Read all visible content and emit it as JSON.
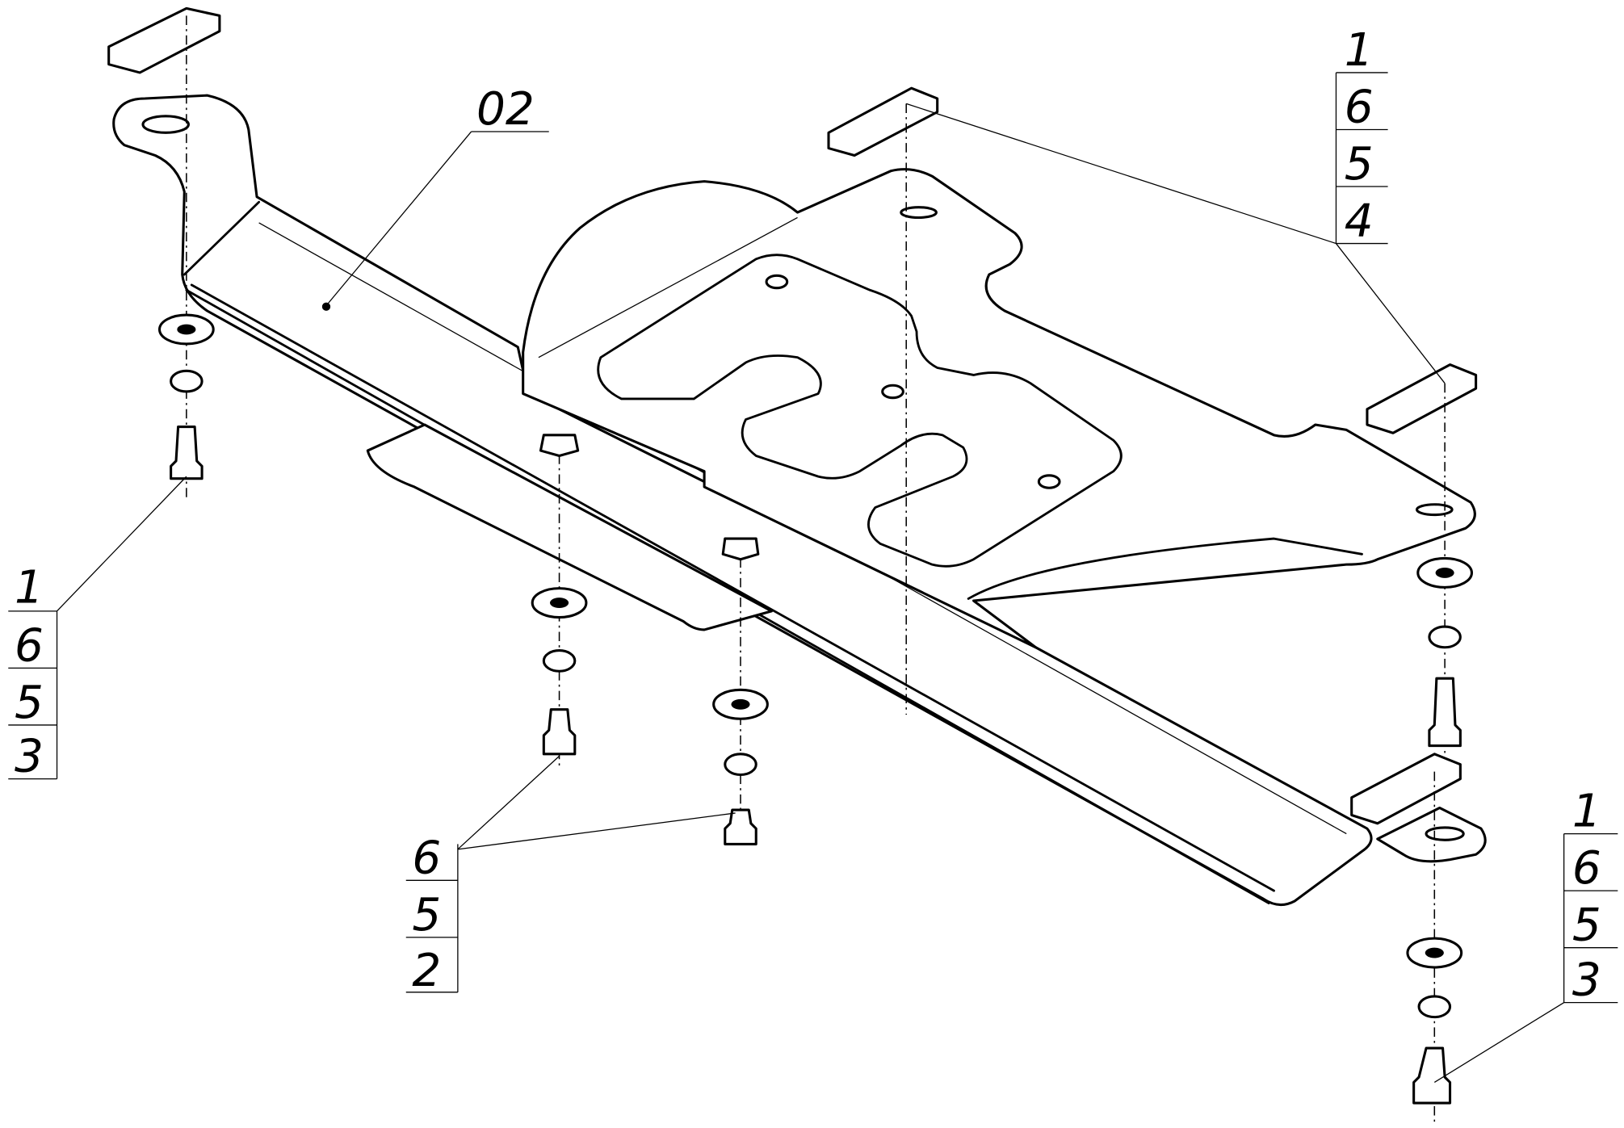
{
  "drawing": {
    "part_label": "02",
    "callouts": {
      "left": [
        "1",
        "6",
        "5",
        "3"
      ],
      "top_right": [
        "1",
        "6",
        "5",
        "4"
      ],
      "bottom_middle": [
        "6",
        "5",
        "2"
      ],
      "bottom_right": [
        "1",
        "6",
        "5",
        "3"
      ]
    }
  }
}
